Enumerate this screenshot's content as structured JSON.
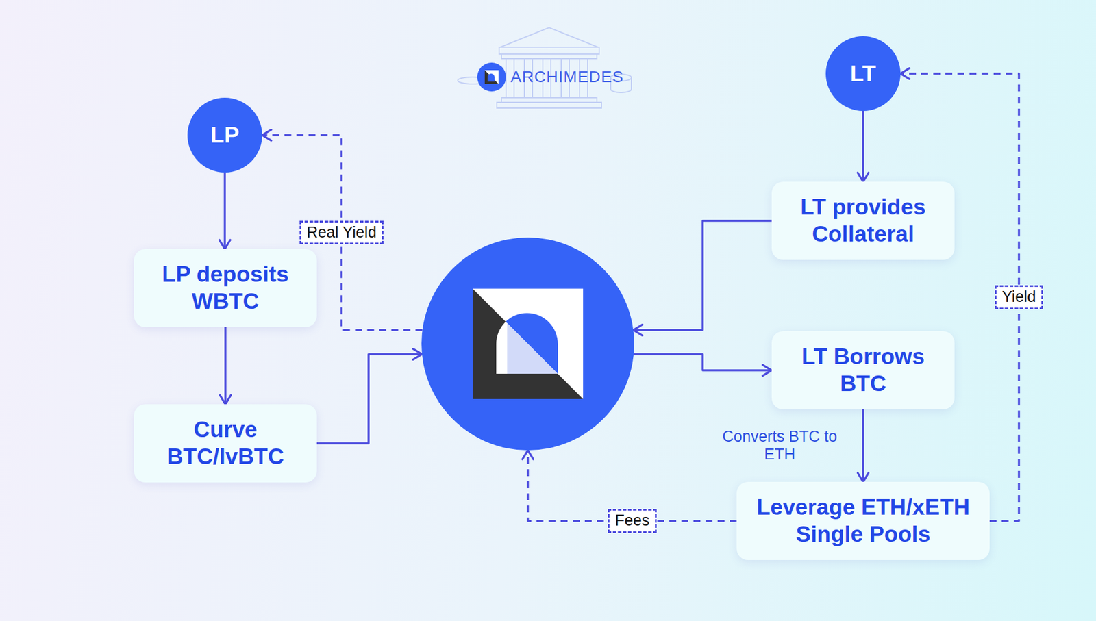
{
  "diagram": {
    "nodes": [
      {
        "text": [
          "LP"
        ]
      },
      {
        "text": [
          "LT"
        ]
      },
      {
        "text": [
          "LT provides Collateral"
        ]
      },
      {
        "text": [
          "LP deposits WBTC"
        ]
      },
      {
        "text": []
      },
      {
        "text": [
          "LT Borrows BTC"
        ]
      },
      {
        "text": [
          "Curve BTC/lvBTC"
        ]
      },
      {
        "text": [
          "Leverage ETH/xETH Single Pools"
        ]
      }
    ],
    "edges": [
      {
        "from": 0,
        "to": 3,
        "arrow": "to"
      },
      {
        "from": 3,
        "to": 6,
        "arrow": "to"
      },
      {
        "from": 6,
        "to": 4,
        "arrow": "to"
      },
      {
        "from": 4,
        "to": 0,
        "label": "Real Yield",
        "arrow": "to"
      },
      {
        "from": 1,
        "to": 2,
        "arrow": "to"
      },
      {
        "from": 2,
        "to": 4,
        "arrow": "to"
      },
      {
        "from": 4,
        "to": 5,
        "arrow": "to"
      },
      {
        "from": 5,
        "to": 7,
        "label": "Converts BTC to ETH",
        "arrow": "to"
      },
      {
        "from": 7,
        "to": 4,
        "label": "Fees",
        "arrow": "to"
      },
      {
        "from": 7,
        "to": 1,
        "label": "Yield",
        "arrow": "to"
      }
    ],
    "labels": [
      "ARCHIMEDES"
    ]
  }
}
